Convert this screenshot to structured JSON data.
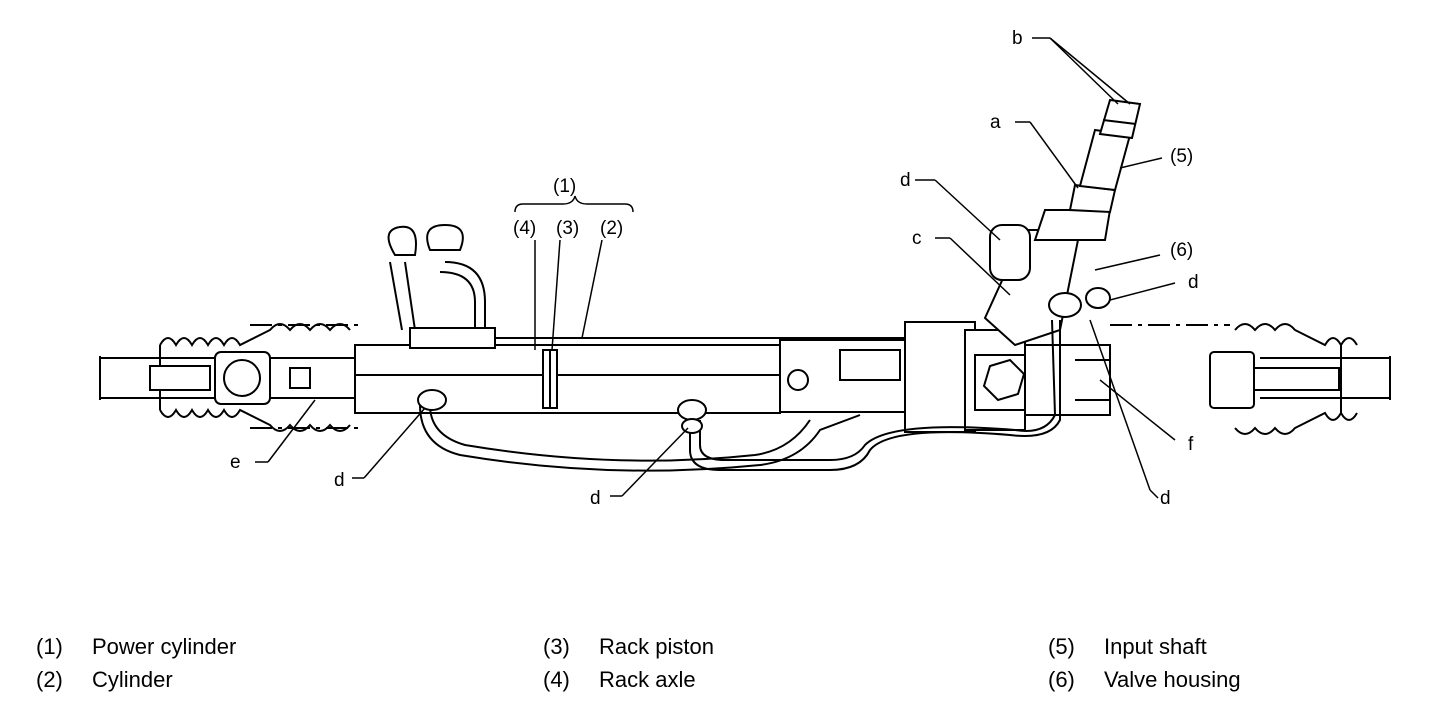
{
  "callouts": {
    "group_1": "(1)",
    "part_2": "(2)",
    "part_3": "(3)",
    "part_4": "(4)",
    "part_5": "(5)",
    "part_6": "(6)",
    "a": "a",
    "b": "b",
    "c": "c",
    "d": "d",
    "e": "e",
    "f": "f"
  },
  "legend": [
    {
      "num": "(1)",
      "text": "Power cylinder"
    },
    {
      "num": "(2)",
      "text": "Cylinder"
    },
    {
      "num": "(3)",
      "text": "Rack piston"
    },
    {
      "num": "(4)",
      "text": "Rack axle"
    },
    {
      "num": "(5)",
      "text": "Input shaft"
    },
    {
      "num": "(6)",
      "text": "Valve housing"
    }
  ]
}
